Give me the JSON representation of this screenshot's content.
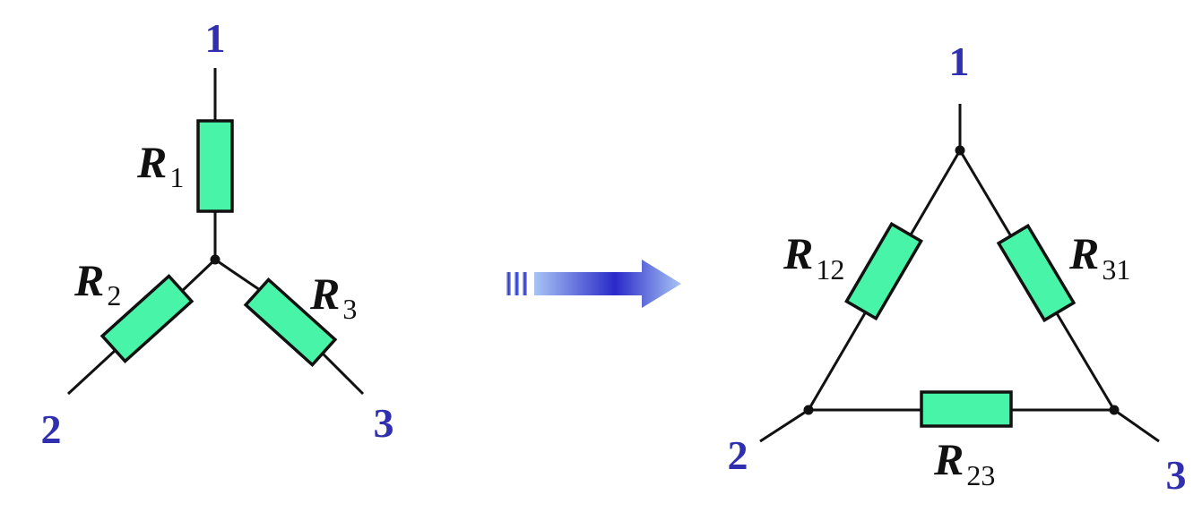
{
  "colors": {
    "resistor": "#48f5a8",
    "terminal_label": "#2f2fb0",
    "arrow_dark": "#2a2ac8",
    "arrow_light": "#a8c4f5"
  },
  "wye": {
    "terminals": [
      "1",
      "2",
      "3"
    ],
    "resistors": [
      {
        "symbol": "R",
        "subscript": "1"
      },
      {
        "symbol": "R",
        "subscript": "2"
      },
      {
        "symbol": "R",
        "subscript": "3"
      }
    ]
  },
  "transform_arrow": {
    "icon": "right-arrow-icon"
  },
  "delta": {
    "terminals": [
      "1",
      "2",
      "3"
    ],
    "resistors": [
      {
        "symbol": "R",
        "subscript": "12"
      },
      {
        "symbol": "R",
        "subscript": "31"
      },
      {
        "symbol": "R",
        "subscript": "23"
      }
    ]
  }
}
